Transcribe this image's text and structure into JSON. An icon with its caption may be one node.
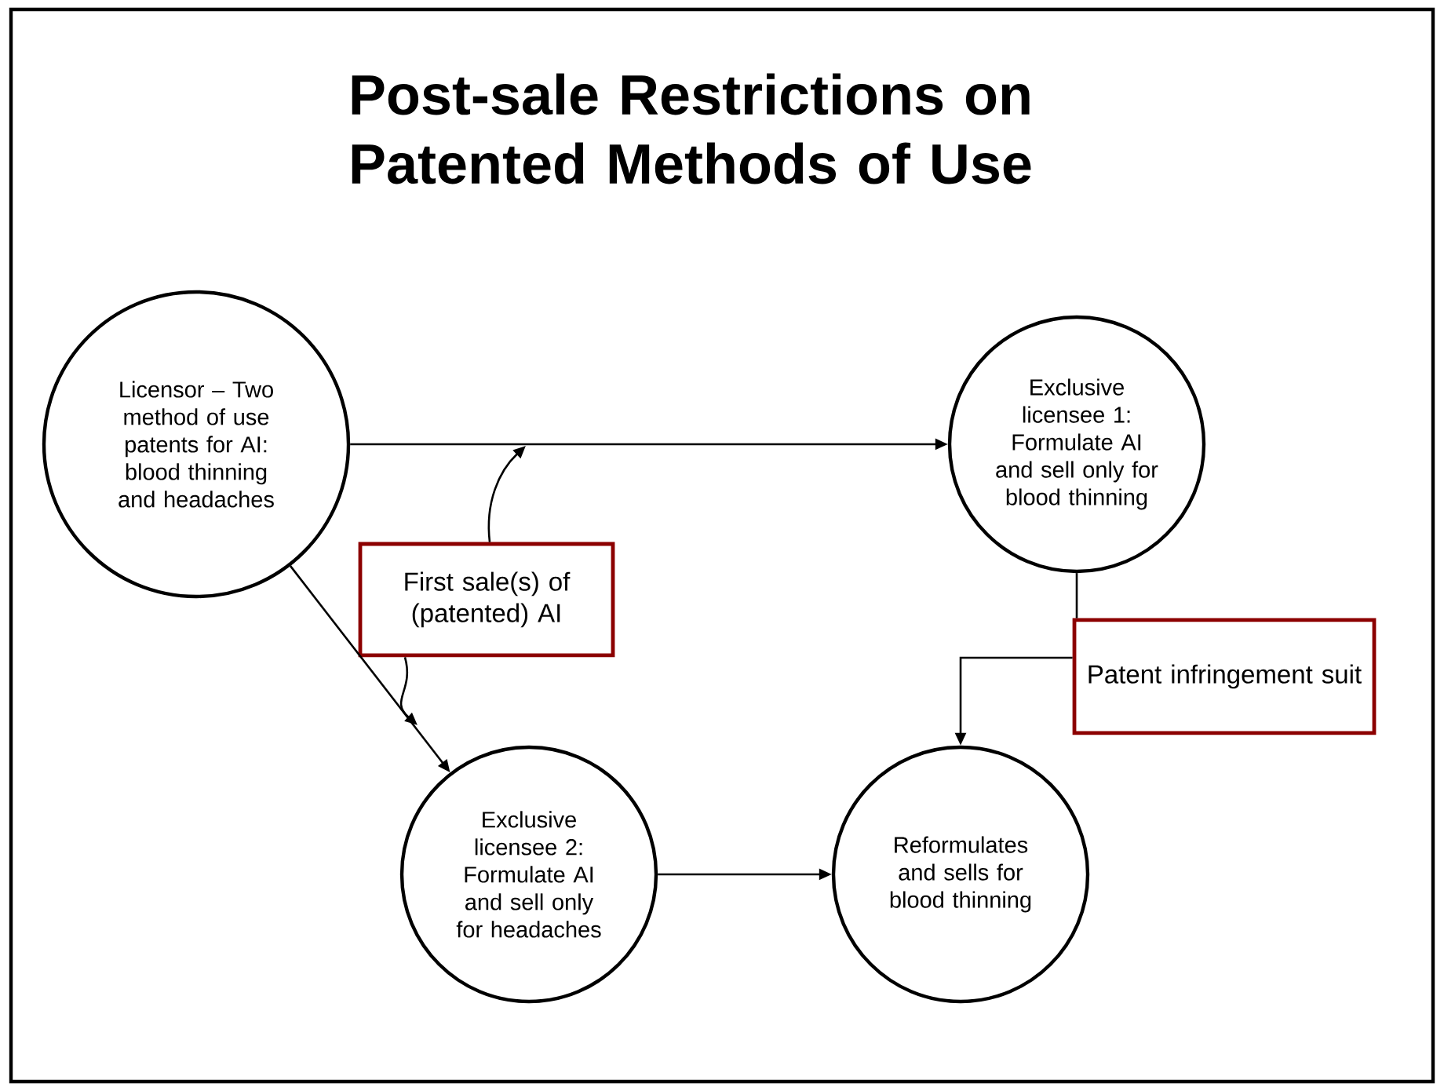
{
  "diagram": {
    "title": "Post-sale Restrictions on Patented Methods of Use",
    "nodes": [
      {
        "text": [
          "Licensor – Two method of use patents for AI: blood thinning and headaches"
        ]
      },
      {
        "text": [
          "Exclusive licensee 1: Formulate AI and sell only for blood thinning"
        ]
      },
      {
        "text": [
          "First sale(s) of (patented) AI"
        ]
      },
      {
        "text": [
          "Patent infringement suit"
        ]
      },
      {
        "text": [
          "Exclusive licensee 2: Formulate AI and sell only for headaches"
        ]
      },
      {
        "text": [
          "Reformulates and sells for blood thinning"
        ]
      }
    ],
    "edges": [
      {
        "from": 0,
        "to": 1,
        "arrow": "to"
      },
      {
        "from": 0,
        "to": 4,
        "arrow": "to"
      },
      {
        "from": 2,
        "to": null,
        "arrow": "to"
      },
      {
        "from": 2,
        "to": null,
        "arrow": "to"
      },
      {
        "from": 1,
        "to": 3,
        "arrow": "none"
      },
      {
        "from": 3,
        "to": 5,
        "arrow": "to"
      },
      {
        "from": 4,
        "to": 5,
        "arrow": "to"
      }
    ]
  }
}
